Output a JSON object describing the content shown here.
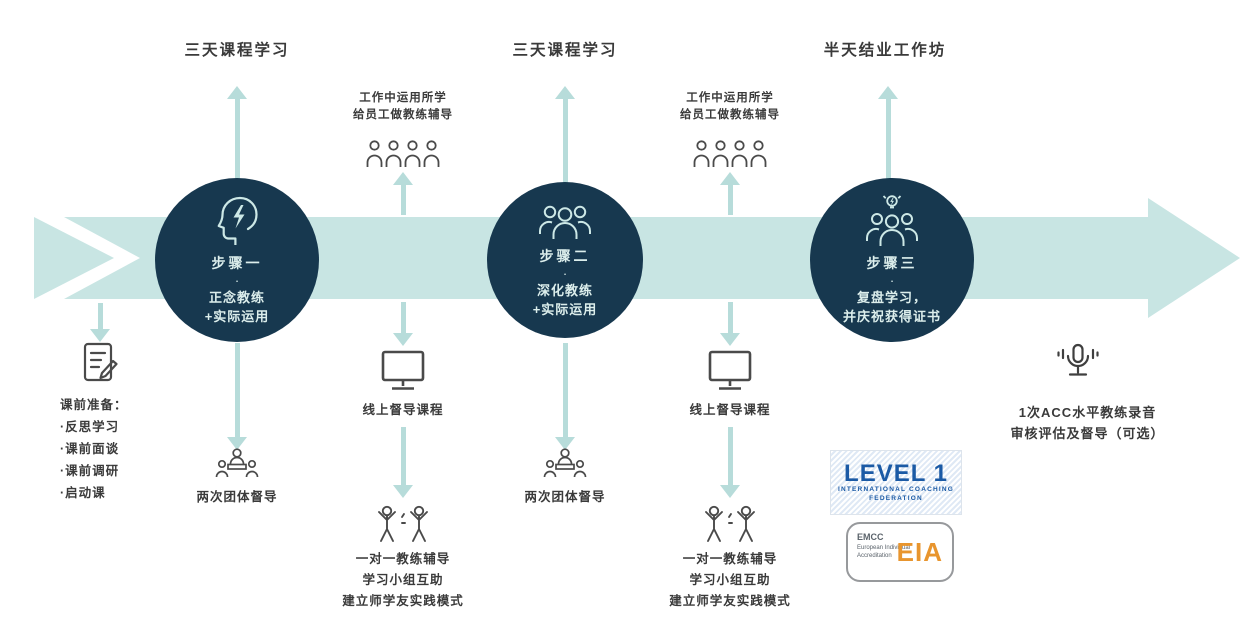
{
  "top_labels": {
    "label1": "三天课程学习",
    "label2": "三天课程学习",
    "label3": "半天结业工作坊"
  },
  "steps": {
    "step1": {
      "title": "步骤一",
      "sep": "·",
      "line1": "正念教练",
      "line2": "+实际运用"
    },
    "step2": {
      "title": "步骤二",
      "sep": "·",
      "line1": "深化教练",
      "line2": "+实际运用"
    },
    "step3": {
      "title": "步骤三",
      "sep": "·",
      "line1": "复盘学习，",
      "line2": "并庆祝获得证书"
    }
  },
  "work_callout": {
    "line1": "工作中运用所学",
    "line2": "给员工做教练辅导"
  },
  "pre_course": {
    "title": "课前准备：",
    "item1": "·反思学习",
    "item2": "·课前面谈",
    "item3": "·课前调研",
    "item4": "·启动课"
  },
  "group_supervision": "两次团体督导",
  "online_course": "线上督导课程",
  "practice": {
    "line1": "一对一教练辅导",
    "line2": "学习小组互助",
    "line3": "建立师学友实践模式"
  },
  "acc_note": {
    "line1": "1次ACC水平教练录音",
    "line2": "审核评估及督导（可选）"
  },
  "logos": {
    "level1": {
      "title": "LEVEL 1",
      "subtitle": "INTERNATIONAL COACHING",
      "subtitle2": "FEDERATION"
    },
    "eia": {
      "org": "EMCC",
      "org_line2": "European Individual",
      "org_line3": "Accreditation",
      "title": "EIA"
    }
  },
  "colors": {
    "band": "#c8e5e3",
    "arrow": "#b7dcda",
    "circle": "#17384f",
    "icon_gray": "#4a4a4a"
  }
}
